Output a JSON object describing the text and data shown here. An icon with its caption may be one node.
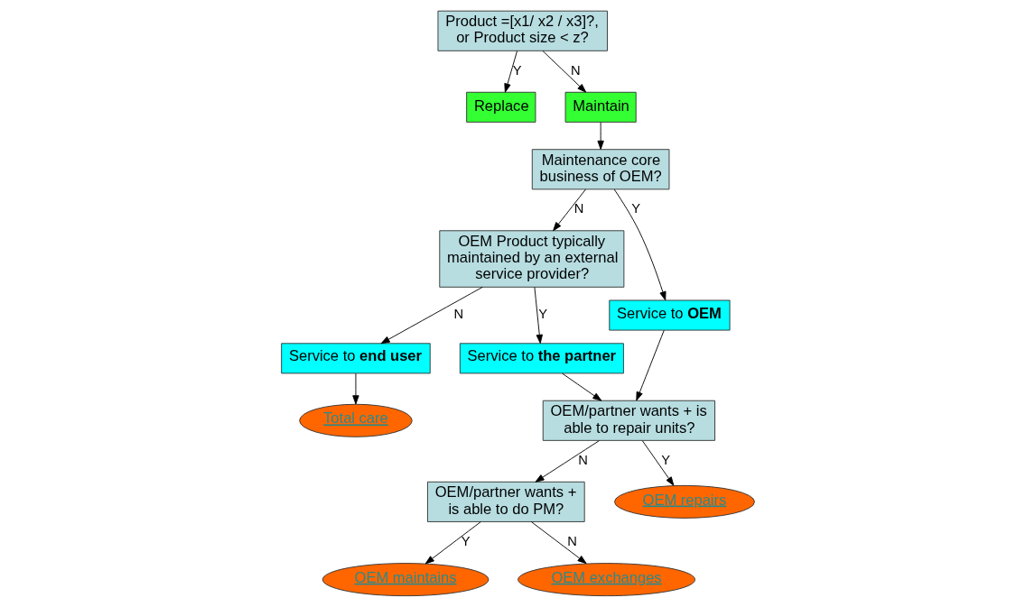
{
  "diagram": {
    "nodes": [
      {
        "text": [
          "Product =[x1/ x2 / x3]?, or Product size < z?"
        ]
      },
      {
        "text": [
          "Replace"
        ]
      },
      {
        "text": [
          "Maintain"
        ]
      },
      {
        "text": [
          "Maintenance core business of OEM?"
        ]
      },
      {
        "text": [
          "OEM Product typically maintained by an external service provider?"
        ]
      },
      {
        "text": [
          "Service to **OEM**"
        ]
      },
      {
        "text": [
          "OEM/partner wants + is able to repair units?"
        ]
      },
      {
        "text": [
          "OEM/partner wants + is able to do PM?"
        ]
      },
      {
        "text": [
          "OEM repairs"
        ]
      },
      {
        "text": [
          "OEM maintains"
        ]
      },
      {
        "text": [
          "OEM exchanges"
        ]
      },
      {
        "text": [
          "Service to **the partner**"
        ]
      },
      {
        "text": [
          "Service to **end user**"
        ]
      },
      {
        "text": [
          "Total care"
        ]
      }
    ],
    "edges": [
      {
        "from": 0,
        "to": 1,
        "arrow": "to",
        "label": "Y"
      },
      {
        "from": 0,
        "to": 2,
        "arrow": "to",
        "label": "N"
      },
      {
        "from": 2,
        "to": 3,
        "arrow": "to"
      },
      {
        "from": 3,
        "to": 4,
        "arrow": "to",
        "label": "N"
      },
      {
        "from": 3,
        "to": 5,
        "arrow": "to",
        "label": "Y"
      },
      {
        "from": 5,
        "to": 6,
        "arrow": "to"
      },
      {
        "from": 6,
        "to": 8,
        "arrow": "to",
        "label": "Y"
      },
      {
        "from": 6,
        "to": 7,
        "arrow": "to",
        "label": "N"
      },
      {
        "from": 7,
        "to": 9,
        "arrow": "to",
        "label": "Y"
      },
      {
        "from": 7,
        "to": 10,
        "arrow": "to",
        "label": "N"
      },
      {
        "from": 4,
        "to": 11,
        "arrow": "to",
        "label": "Y"
      },
      {
        "from": 4,
        "to": 12,
        "arrow": "to",
        "label": "N"
      },
      {
        "from": 11,
        "to": 6,
        "arrow": "to"
      },
      {
        "from": 12,
        "to": 13,
        "arrow": "to"
      }
    ]
  }
}
